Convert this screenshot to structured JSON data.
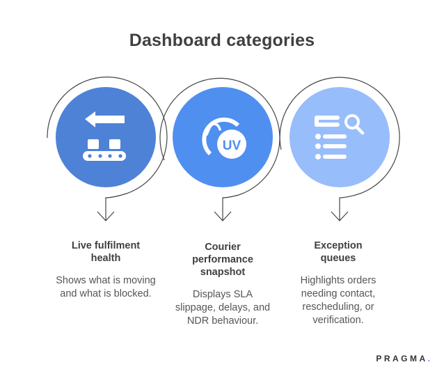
{
  "title": "Dashboard categories",
  "colors": {
    "circle_1": "#4e82d6",
    "circle_2": "#4f8ff0",
    "circle_3": "#98bdfb",
    "outline": "#444444",
    "title": "#404040",
    "text": "#555555",
    "brand_dot": "#4a86e8"
  },
  "categories": [
    {
      "icon": "conveyor-return-icon",
      "title_lines": [
        "Live fulfilment",
        "health"
      ],
      "desc_lines": [
        "Shows what is moving",
        "and what is blocked."
      ]
    },
    {
      "icon": "gauge-uv-icon",
      "title_lines": [
        "Courier",
        "performance",
        "snapshot"
      ],
      "desc_lines": [
        "Displays SLA",
        "slippage, delays, and",
        "NDR behaviour."
      ]
    },
    {
      "icon": "list-search-icon",
      "title_lines": [
        "Exception",
        "queues"
      ],
      "desc_lines": [
        "Highlights orders",
        "needing contact,",
        "rescheduling, or",
        "verification."
      ]
    }
  ],
  "brand": {
    "name": "PRAGMA",
    "dot": "."
  }
}
